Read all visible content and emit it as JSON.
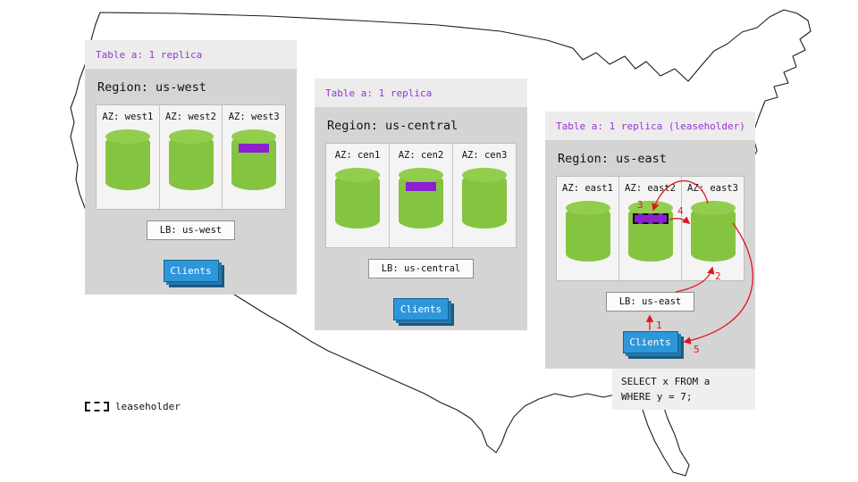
{
  "regions": [
    {
      "header": "Table a: 1 replica",
      "title": "Region: us-west",
      "azs": [
        {
          "label": "AZ: west1",
          "replica": false,
          "leaseholder": false
        },
        {
          "label": "AZ: west2",
          "replica": false,
          "leaseholder": false
        },
        {
          "label": "AZ: west3",
          "replica": true,
          "leaseholder": false
        }
      ],
      "lb": "LB: us-west",
      "clients": "Clients"
    },
    {
      "header": "Table a: 1 replica",
      "title": "Region: us-central",
      "azs": [
        {
          "label": "AZ: cen1",
          "replica": false,
          "leaseholder": false
        },
        {
          "label": "AZ: cen2",
          "replica": true,
          "leaseholder": false
        },
        {
          "label": "AZ: cen3",
          "replica": false,
          "leaseholder": false
        }
      ],
      "lb": "LB: us-central",
      "clients": "Clients"
    },
    {
      "header": "Table a: 1 replica (leaseholder)",
      "title": "Region: us-east",
      "azs": [
        {
          "label": "AZ: east1",
          "replica": false,
          "leaseholder": false
        },
        {
          "label": "AZ: east2",
          "replica": true,
          "leaseholder": true
        },
        {
          "label": "AZ: east3",
          "replica": false,
          "leaseholder": false
        }
      ],
      "lb": "LB: us-east",
      "clients": "Clients"
    }
  ],
  "query": {
    "line1": "SELECT x FROM a",
    "line2": "WHERE y = 7;"
  },
  "legend": {
    "label": "leaseholder"
  },
  "flow": {
    "steps": [
      "1",
      "2",
      "3",
      "4",
      "5"
    ]
  },
  "colors": {
    "header_text": "#9b30d6",
    "replica_band": "#8c1fd1",
    "cylinder_green": "#85c441",
    "clients_blue": "#2e97da",
    "arrow_red": "#e0161f",
    "panel_gray": "#d4d4d4"
  }
}
